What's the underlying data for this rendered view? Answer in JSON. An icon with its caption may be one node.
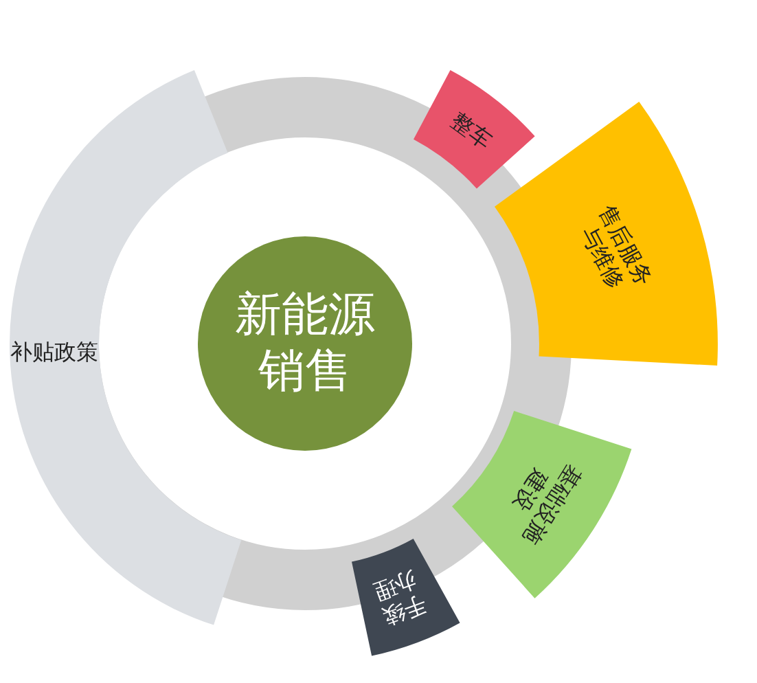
{
  "diagram": {
    "nodes": [
      {
        "text": [
          "新能源销售"
        ]
      },
      {
        "text": [
          "整车"
        ]
      },
      {
        "text": [
          "售后服务与维修"
        ]
      },
      {
        "text": [
          "基础设施建设"
        ]
      },
      {
        "text": [
          "手续办理"
        ]
      },
      {
        "text": [
          "补贴政策"
        ]
      }
    ]
  }
}
